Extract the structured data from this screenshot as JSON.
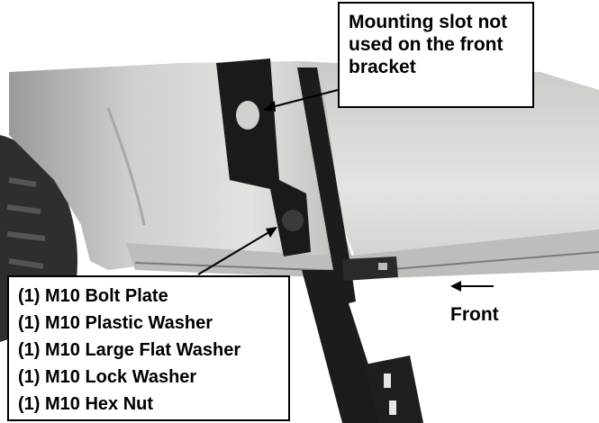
{
  "callouts": {
    "top": {
      "lines": [
        "Mounting slot not",
        "used on the front",
        "bracket"
      ]
    },
    "bottom": {
      "lines": [
        "(1) M10 Bolt Plate",
        "(1) M10 Plastic Washer",
        "(1) M10 Large Flat Washer",
        "(1) M10 Lock Washer",
        "(1) M10 Hex Nut"
      ]
    }
  },
  "direction": {
    "label": "Front"
  },
  "colors": {
    "body_panel": "#d9d9d6",
    "bracket": "#1a1a1a",
    "tire": "#2a2a2a",
    "text": "#000000"
  }
}
